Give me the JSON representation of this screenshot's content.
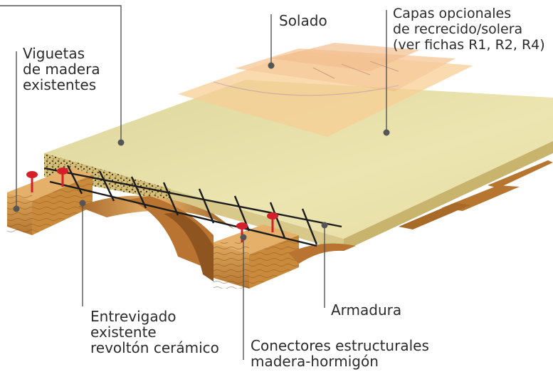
{
  "labels": {
    "viguetas": [
      "Viguetas",
      "de madera",
      "existentes"
    ],
    "solado": "Solado",
    "capas": [
      "Capas opcionales",
      "de recrecido/solera",
      "(ver fichas R1, R2, R4)"
    ],
    "entrevigado": [
      "Entrevigado",
      "existente",
      "revoltón cerámico"
    ],
    "armadura": "Armadura",
    "conectores": [
      "Conectores estructurales",
      "madera-hormigón"
    ]
  },
  "colors": {
    "slab_top": "#e9e2a8",
    "slab_edge": "#d9c98a",
    "wood": "#c98a3c",
    "wood_dark": "#8a5220",
    "connector": "#d4202a",
    "rebar": "#1c1c1c",
    "finish_layer": "#f2c98a",
    "leader": "#555555"
  },
  "icons": [
    "timber-joist",
    "ceramic-vault",
    "steel-mesh",
    "stud-connector"
  ]
}
